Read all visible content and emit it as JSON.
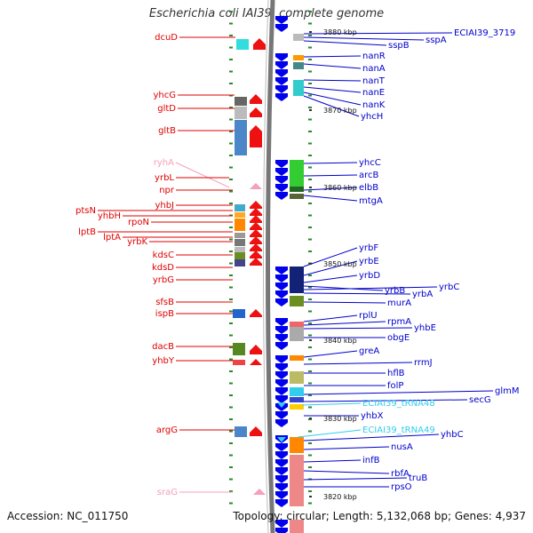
{
  "title": "Escherichia coli IAI39, complete genome",
  "accession": "Accession: NC_011750",
  "topology": "Topology: circular; Length: 5,132,068 bp; Genes: 4,937",
  "colors": {
    "left_label": "#e00000",
    "right_label": "#0000cc",
    "rna_left": "#f4a0b8",
    "rna_right": "#33ccee",
    "backbone": "#777777",
    "tick": "#2a8a2a"
  },
  "left_labels": [
    {
      "t": "dcuD",
      "c": "r"
    },
    {
      "t": "yhcG",
      "c": "r"
    },
    {
      "t": "gltD",
      "c": "r"
    },
    {
      "t": "gltB",
      "c": "r"
    },
    {
      "t": "ryhA",
      "c": "p"
    },
    {
      "t": "yrbL",
      "c": "r"
    },
    {
      "t": "npr",
      "c": "r"
    },
    {
      "t": "yhbJ",
      "c": "r"
    },
    {
      "t": "ptsN",
      "c": "r"
    },
    {
      "t": "yhbH",
      "c": "r"
    },
    {
      "t": "rpoN",
      "c": "r"
    },
    {
      "t": "lptB",
      "c": "r"
    },
    {
      "t": "lptA",
      "c": "r"
    },
    {
      "t": "yrbK",
      "c": "r"
    },
    {
      "t": "kdsC",
      "c": "r"
    },
    {
      "t": "kdsD",
      "c": "r"
    },
    {
      "t": "yrbG",
      "c": "r"
    },
    {
      "t": "sfsB",
      "c": "r"
    },
    {
      "t": "ispB",
      "c": "r"
    },
    {
      "t": "dacB",
      "c": "r"
    },
    {
      "t": "yhbY",
      "c": "r"
    },
    {
      "t": "argG",
      "c": "r"
    },
    {
      "t": "sraG",
      "c": "p"
    }
  ],
  "right_labels": [
    {
      "t": "ECIAI39_3719",
      "c": "b"
    },
    {
      "t": "sspA",
      "c": "b"
    },
    {
      "t": "sspB",
      "c": "b"
    },
    {
      "t": "nanR",
      "c": "b"
    },
    {
      "t": "nanA",
      "c": "b"
    },
    {
      "t": "nanT",
      "c": "b"
    },
    {
      "t": "nanE",
      "c": "b"
    },
    {
      "t": "nanK",
      "c": "b"
    },
    {
      "t": "yhcH",
      "c": "b"
    },
    {
      "t": "yhcC",
      "c": "b"
    },
    {
      "t": "arcB",
      "c": "b"
    },
    {
      "t": "elbB",
      "c": "b"
    },
    {
      "t": "mtgA",
      "c": "b"
    },
    {
      "t": "yrbF",
      "c": "b"
    },
    {
      "t": "yrbE",
      "c": "b"
    },
    {
      "t": "yrbD",
      "c": "b"
    },
    {
      "t": "yrbB",
      "c": "b"
    },
    {
      "t": "yrbC",
      "c": "b"
    },
    {
      "t": "yrbA",
      "c": "b"
    },
    {
      "t": "murA",
      "c": "b"
    },
    {
      "t": "rplU",
      "c": "b"
    },
    {
      "t": "rpmA",
      "c": "b"
    },
    {
      "t": "yhbE",
      "c": "b"
    },
    {
      "t": "obgE",
      "c": "b"
    },
    {
      "t": "greA",
      "c": "b"
    },
    {
      "t": "rrmJ",
      "c": "b"
    },
    {
      "t": "hflB",
      "c": "b"
    },
    {
      "t": "folP",
      "c": "b"
    },
    {
      "t": "glmM",
      "c": "b"
    },
    {
      "t": "secG",
      "c": "b"
    },
    {
      "t": "ECIAI39_tRNA48",
      "c": "c"
    },
    {
      "t": "yhbX",
      "c": "b"
    },
    {
      "t": "ECIAI39_tRNA49",
      "c": "c"
    },
    {
      "t": "yhbC",
      "c": "b"
    },
    {
      "t": "nusA",
      "c": "b"
    },
    {
      "t": "infB",
      "c": "b"
    },
    {
      "t": "rbfA",
      "c": "b"
    },
    {
      "t": "truB",
      "c": "b"
    },
    {
      "t": "rpsO",
      "c": "b"
    }
  ],
  "kbp_labels": [
    "3880 kbp",
    "3870 kbp",
    "3860 kbp",
    "3850 kbp",
    "3840 kbp",
    "3830 kbp",
    "3820 kbp"
  ]
}
